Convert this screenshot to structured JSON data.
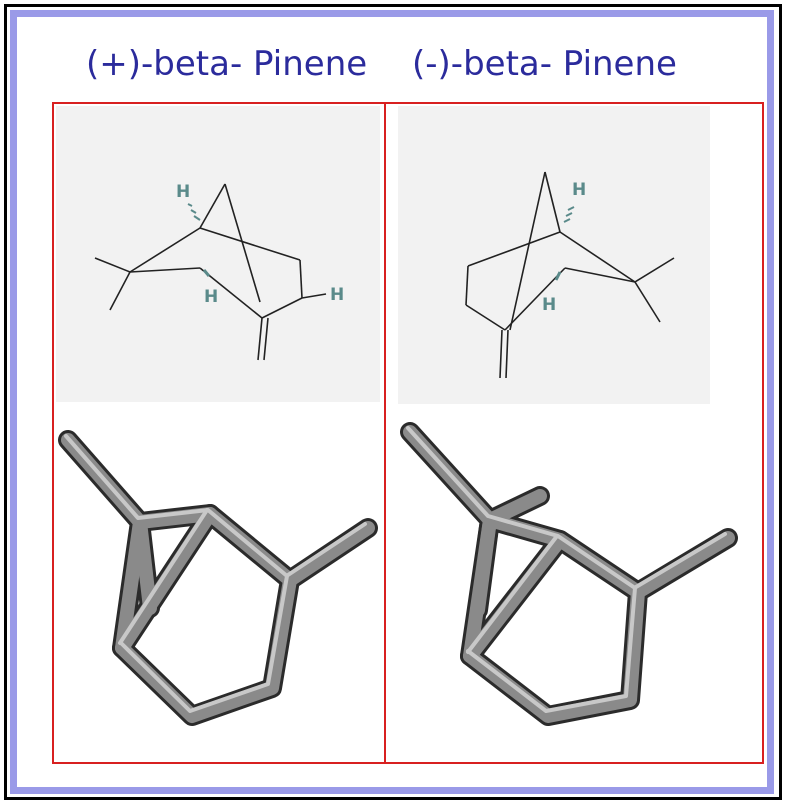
{
  "titles": {
    "left": "(+)-beta- Pinene",
    "right": "(-)-beta- Pinene"
  },
  "atom_labels": {
    "hydrogen": "H"
  },
  "colors": {
    "title_text": "#2b2b9c",
    "frame_blue": "#9a9ae8",
    "box_red": "#d82020",
    "h_label": "#5a8a8a",
    "bond": "#222222",
    "stick_mid": "#7a7a7a"
  }
}
